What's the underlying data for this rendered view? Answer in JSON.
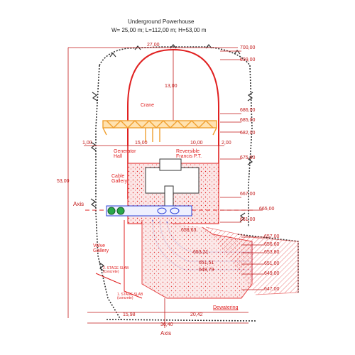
{
  "title": {
    "line1": "Underground Powerhouse",
    "line2": "W= 25,00 m; L=112,00 m; H=53,00 m"
  },
  "colors": {
    "red": "#e02020",
    "blue": "#2b3fd6",
    "orange": "#f0a030",
    "green": "#2aa84a",
    "rock": "#333333"
  },
  "dimensions": {
    "top_width": "27,00",
    "crown_height": "13,00",
    "left_width": "15,00",
    "right_width": "10,00",
    "left_offset": "1,00",
    "right_offset": "2,00",
    "total_height": "53,00",
    "bottom_left": "15,98",
    "bottom_right": "20,42",
    "bottom_total": "36,40"
  },
  "labels": {
    "crane": "Crane",
    "generator_hall": "Generator\nHall",
    "turbine": "Reversible\nFrancis P.T.",
    "cable_gallery": "Cable\nGallery",
    "axis_left": "Axis",
    "axis_bottom": "Axis",
    "valve_gallery": "Valve\nGallery",
    "stage_slab_2": "2. STAGE SLAB\n(concrete)",
    "stage_slab_1": "1. STAGE SLAB\n(concrete)",
    "dewatering": "Dewatering"
  },
  "elevations_right": [
    "700,00",
    "699,00",
    "686,00",
    "685,00",
    "682,00",
    "675,00",
    "667,00",
    "665,00",
    "661,00",
    "657,00",
    "656,60",
    "653,80",
    "651,00",
    "649,00",
    "647,00"
  ],
  "elevations_inner": [
    "658,63",
    "653,21",
    "651,51",
    "649,79"
  ]
}
